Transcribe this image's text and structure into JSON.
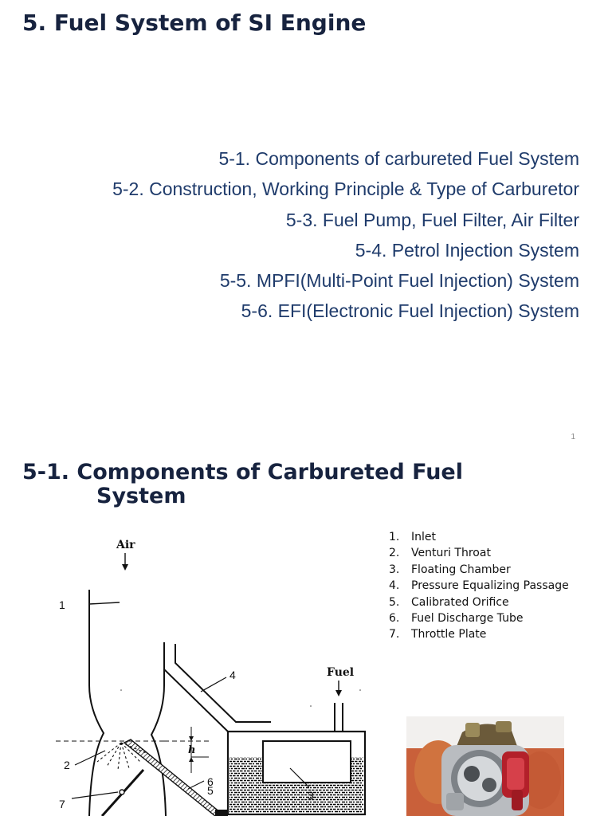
{
  "slide1": {
    "title": "5. Fuel System of SI Engine",
    "toc": [
      "5-1. Components of carbureted Fuel System",
      "5-2. Construction, Working Principle & Type of Carburetor",
      "5-3. Fuel Pump, Fuel Filter, Air Filter",
      "5-4. Petrol Injection System",
      "5-5. MPFI(Multi-Point Fuel Injection) System",
      "5-6. EFI(Electronic Fuel Injection) System"
    ],
    "page_number": "1"
  },
  "slide2": {
    "title_line1": "5-1. Components of Carbureted Fuel",
    "title_line2": "System",
    "legend": [
      {
        "num": "1.",
        "label": "Inlet"
      },
      {
        "num": "2.",
        "label": "Venturi Throat"
      },
      {
        "num": "3.",
        "label": "Floating Chamber"
      },
      {
        "num": "4.",
        "label": "Pressure Equalizing Passage"
      },
      {
        "num": "5.",
        "label": "Calibrated Orifice"
      },
      {
        "num": "6.",
        "label": "Fuel Discharge Tube"
      },
      {
        "num": "7.",
        "label": "Throttle Plate"
      }
    ],
    "diagram_labels": {
      "air": "Air",
      "fuel": "Fuel",
      "h": "h",
      "n1": "1",
      "n2": "2",
      "n3": "3",
      "n4": "4",
      "n5": "5",
      "n6": "6",
      "n7": "7"
    }
  },
  "colors": {
    "title": "#17233f",
    "toc_text": "#1f3b6b",
    "fuel_pattern": "#000000"
  }
}
